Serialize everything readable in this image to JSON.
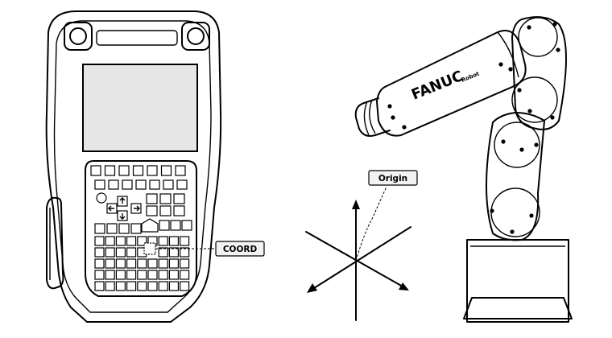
{
  "labels": {
    "coord": "COORD",
    "origin": "Origin"
  },
  "robot": {
    "brand": "FANUC",
    "sub": "Robot"
  },
  "icons": [
    "teach-pendant",
    "coordinate-axes",
    "robot-arm"
  ]
}
